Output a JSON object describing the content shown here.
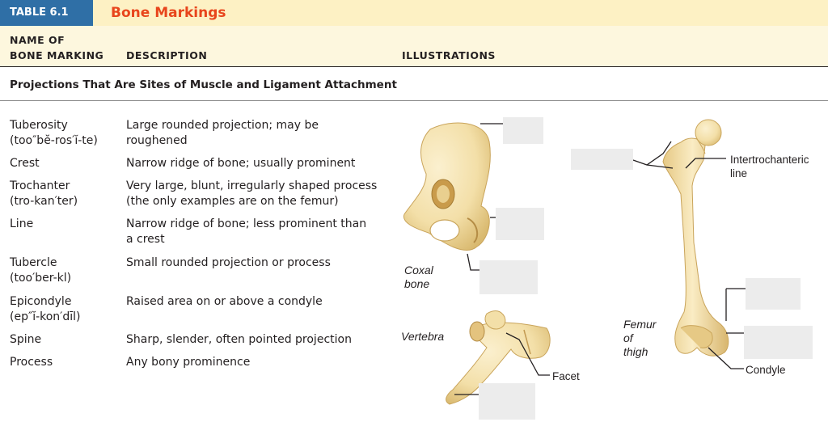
{
  "header": {
    "table_tag": "TABLE 6.1",
    "title": "Bone Markings"
  },
  "columns": {
    "name_line1": "NAME OF",
    "name_line2": "BONE MARKING",
    "description": "DESCRIPTION",
    "illustrations": "ILLUSTRATIONS"
  },
  "section_title": "Projections That Are Sites of Muscle and Ligament Attachment",
  "rows": [
    {
      "name": "Tuberosity",
      "pron": "(too″bĕ-ros′ĭ-te)",
      "desc1": "Large rounded projection; may be",
      "desc2": "roughened"
    },
    {
      "name": "Crest",
      "pron": "",
      "desc1": "Narrow ridge of bone; usually prominent",
      "desc2": ""
    },
    {
      "name": "Trochanter",
      "pron": "(tro-kan′ter)",
      "desc1": "Very large, blunt, irregularly shaped process",
      "desc2": "(the only examples are on the femur)"
    },
    {
      "name": "Line",
      "pron": "",
      "desc1": "Narrow ridge of bone; less prominent than",
      "desc2": "a crest"
    },
    {
      "name": "Tubercle",
      "pron": "(too′ber-kl)",
      "desc1": "Small rounded projection or process",
      "desc2": ""
    },
    {
      "name": "Epicondyle",
      "pron": "(ep″ĭ-kon′dīl)",
      "desc1": "Raised area on or above a condyle",
      "desc2": ""
    },
    {
      "name": "Spine",
      "pron": "",
      "desc1": "Sharp, slender, often pointed projection",
      "desc2": ""
    },
    {
      "name": "Process",
      "pron": "",
      "desc1": "Any bony prominence",
      "desc2": ""
    }
  ],
  "illustration_labels": {
    "coxal_1": "Coxal",
    "coxal_2": "bone",
    "vertebra": "Vertebra",
    "femur_1": "Femur",
    "femur_2": "of",
    "femur_3": "thigh",
    "facet": "Facet",
    "condyle": "Condyle",
    "intertrochanteric_1": "Intertrochanteric",
    "intertrochanteric_2": "line"
  },
  "colors": {
    "tag_bg": "#2f6fa6",
    "title": "#e8451c",
    "banner_bg": "#fdf1c4",
    "bone": "#f3dfa8",
    "bone_shadow": "#d9b96f",
    "hidden_label": "#ececec"
  }
}
